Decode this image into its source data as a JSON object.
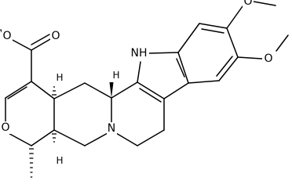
{
  "molecule": {
    "atoms": {
      "ester_o": "O",
      "carbonyl_o": "O",
      "ring_o": "O",
      "indole_nh": "NH",
      "bridge_n": "N",
      "methoxy_top_o": "O",
      "methoxy_right_o": "O",
      "h_c15": "H",
      "h_c3": "H",
      "h_c20": "H"
    },
    "colors": {
      "bond": "#000000",
      "background": "#ffffff"
    }
  }
}
